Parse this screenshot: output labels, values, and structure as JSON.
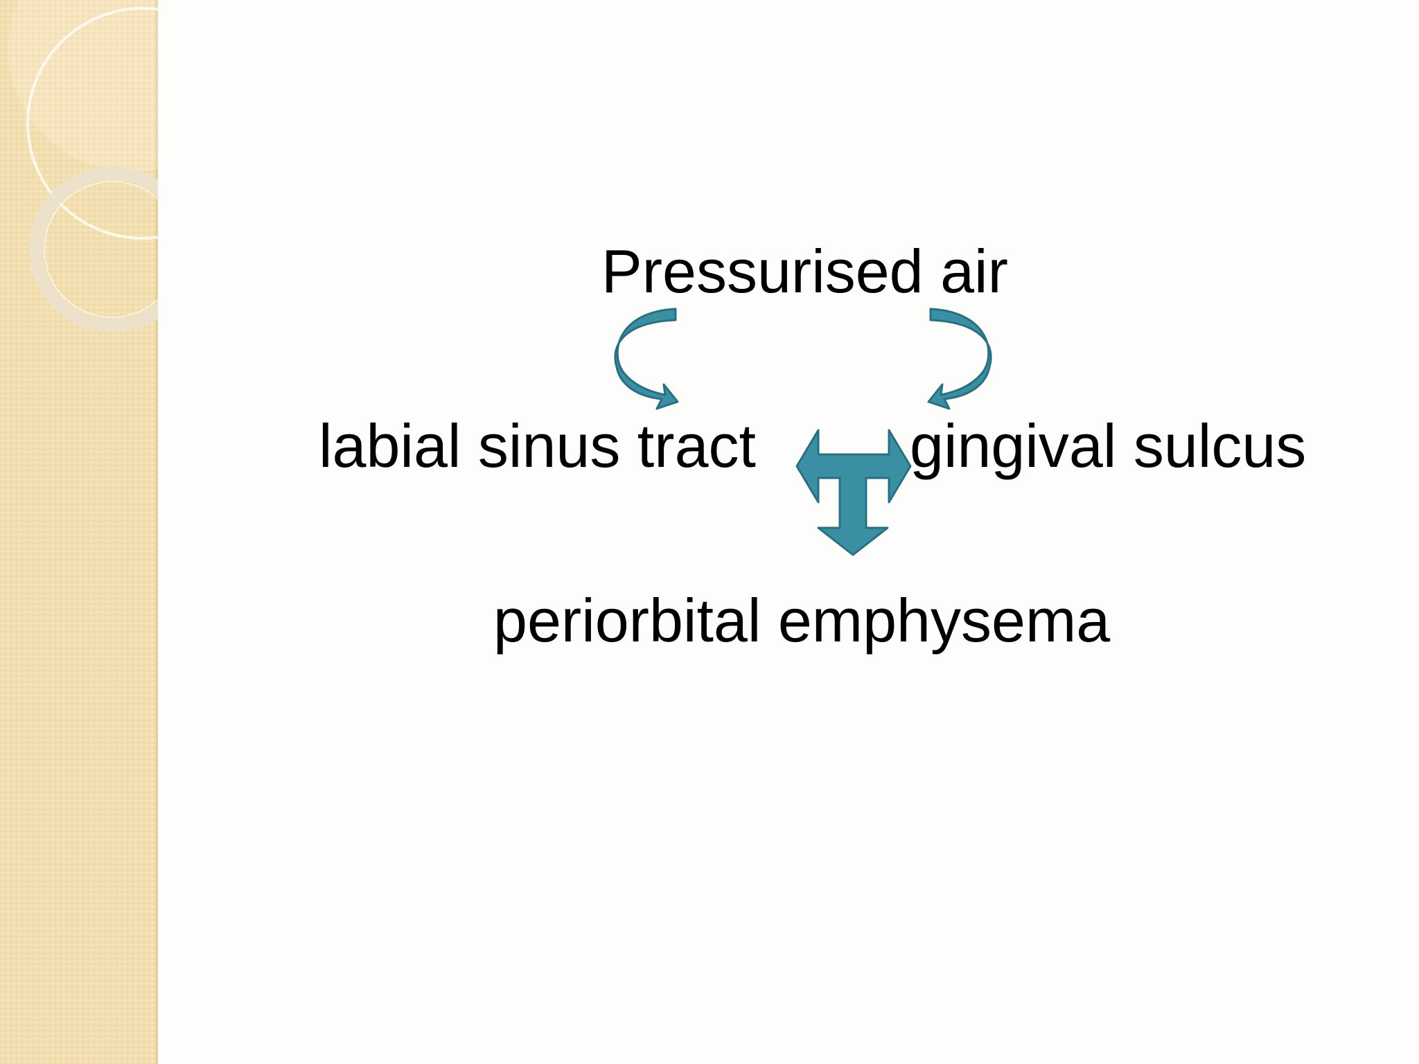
{
  "slide": {
    "accent_color": "#3a8fa3",
    "panel_color": "#f3deaf"
  },
  "diagram": {
    "top_label": "Pressurised air",
    "left_label": "labial sinus tract",
    "right_label": "gingival sulcus",
    "bottom_label": "periorbital emphysema",
    "arrows": [
      {
        "name": "curved-arrow-left",
        "from": "Pressurised air",
        "to": "labial sinus tract"
      },
      {
        "name": "curved-arrow-right",
        "from": "Pressurised air",
        "to": "gingival sulcus"
      },
      {
        "name": "t-arrow",
        "from": "labial sinus tract / gingival sulcus",
        "to": "periorbital emphysema"
      }
    ]
  }
}
